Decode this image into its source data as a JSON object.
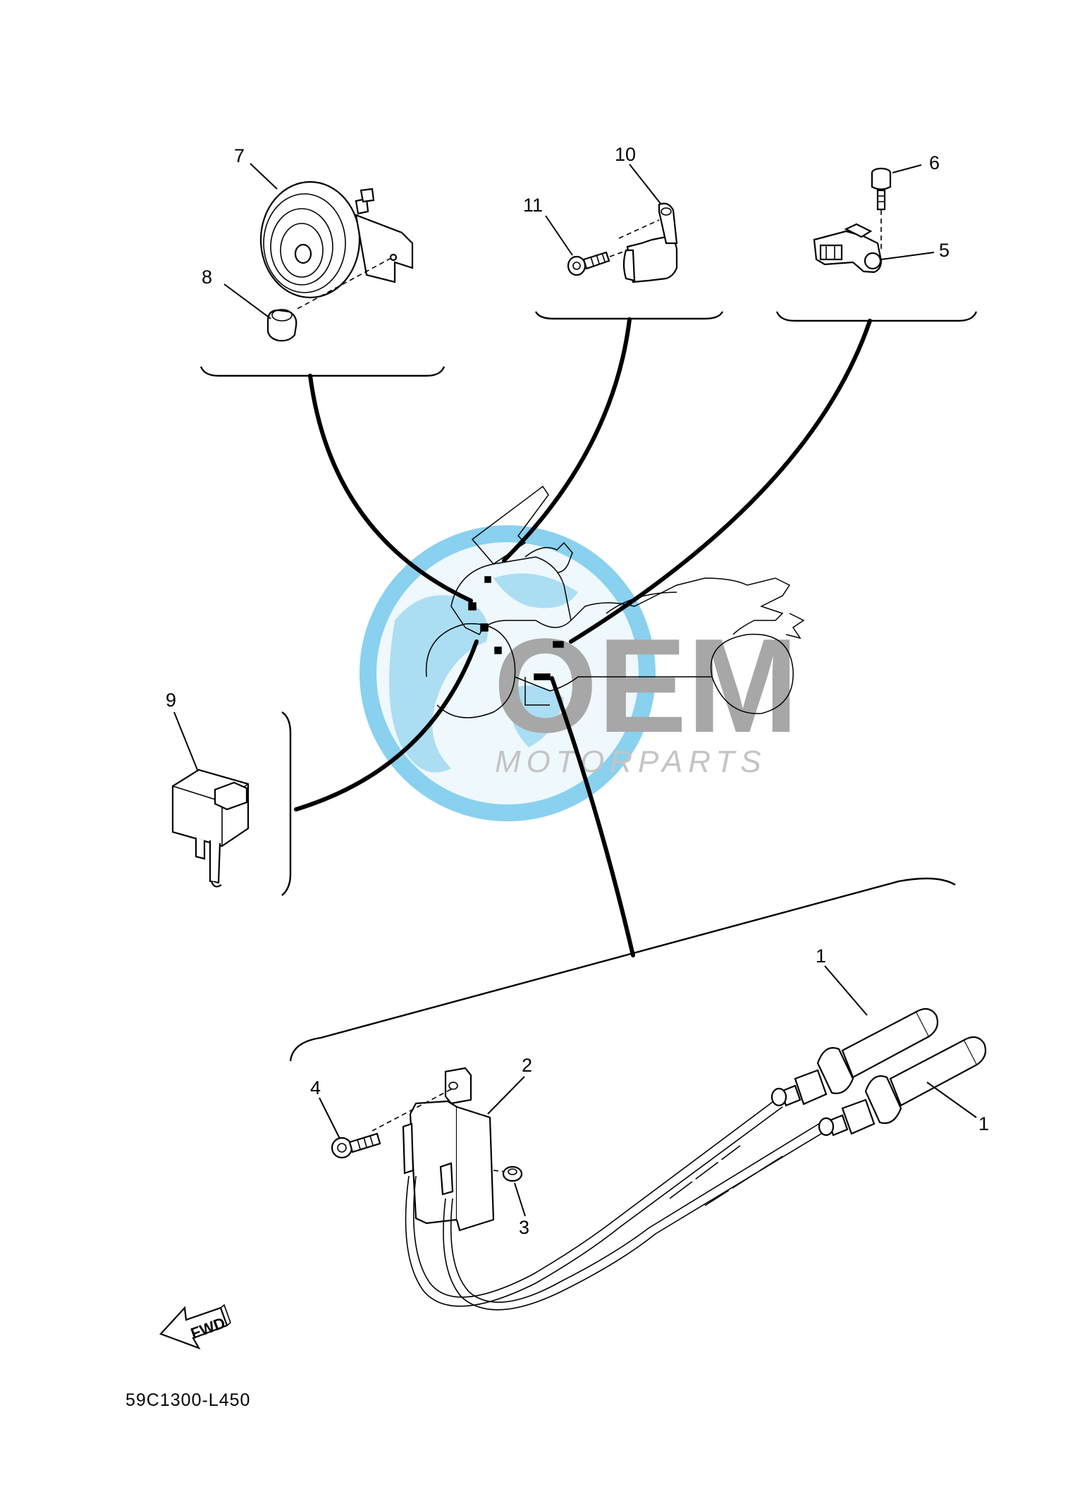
{
  "diagram_code": "59C1300-L450",
  "fwd_label": "FWD",
  "callouts": {
    "c1a": "1",
    "c1b": "1",
    "c2": "2",
    "c3": "3",
    "c4": "4",
    "c5": "5",
    "c6": "6",
    "c7": "7",
    "c8": "8",
    "c9": "9",
    "c10": "10",
    "c11": "11"
  },
  "watermark": {
    "brand": "OEM",
    "sub": "MOTORPARTS",
    "colors": {
      "globe": "#62c2ea",
      "letters": "#a7a7a7",
      "sub": "#c4c4c4"
    }
  },
  "colors": {
    "line": "#000000",
    "background": "#ffffff"
  },
  "icons": [
    "horn-icon",
    "nut-icon",
    "sensor-icon",
    "bolt-icon",
    "relay-icon",
    "ignition-coil-icon",
    "spark-plug-cap-icon",
    "motorcycle-silhouette-icon",
    "fwd-arrow-icon"
  ]
}
